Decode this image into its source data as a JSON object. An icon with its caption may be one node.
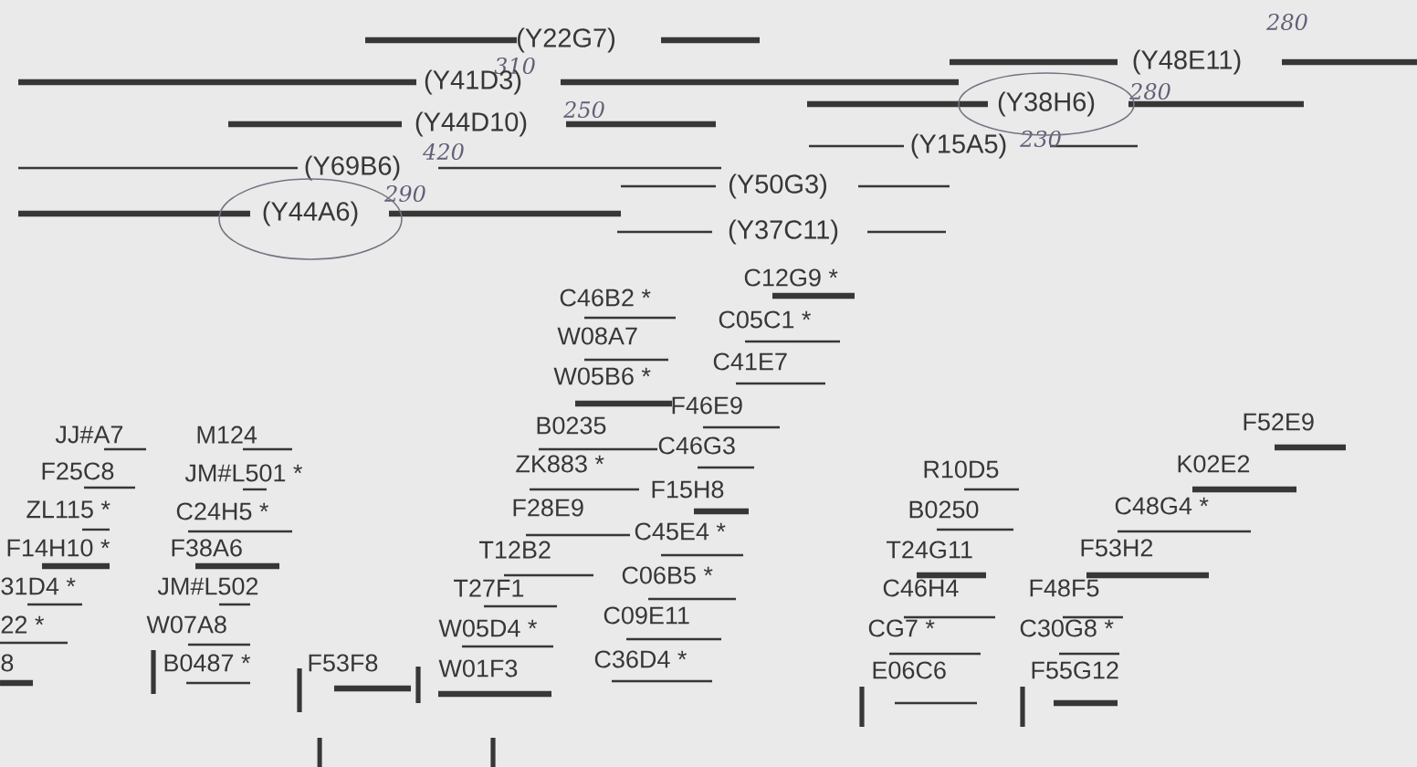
{
  "diagram": {
    "labels": [
      "280",
      "(Y22G7)",
      "310",
      "(Y48E11)",
      "(Y41D3)",
      "280",
      "250",
      "(Y38H6)",
      "(Y44D10)",
      "420",
      "(Y15A5)",
      "230",
      "(Y69B6)",
      "(Y50G3)",
      "(Y44A6)",
      "290",
      "(Y37C11)",
      "C12G9 *",
      "C46B2 *",
      "C05C1 *",
      "W08A7",
      "C41E7",
      "W05B6 *",
      "F46E9",
      "JJ#A7",
      "M124",
      "B0235",
      "F52E9",
      "C46G3",
      "F25C8",
      "JM#L501 *",
      "ZK883 *",
      "R10D5",
      "K02E2",
      "F15H8",
      "ZL115 *",
      "C24H5 *",
      "F28E9",
      "B0250",
      "C48G4 *",
      "C45E4 *",
      "F14H10 *",
      "F38A6",
      "T12B2",
      "T24G11",
      "F53H2",
      "C06B5 *",
      "31D4 *",
      "JM#L502",
      "T27F1",
      "C46H4",
      "F48F5",
      "C09E11",
      "22 *",
      "W07A8",
      "W05D4 *",
      "CG7 *",
      "C30G8 *",
      "8",
      "B0487 *",
      "F53F8",
      "W01F3",
      "C36D4 *",
      "E06C6",
      "F55G12"
    ]
  }
}
